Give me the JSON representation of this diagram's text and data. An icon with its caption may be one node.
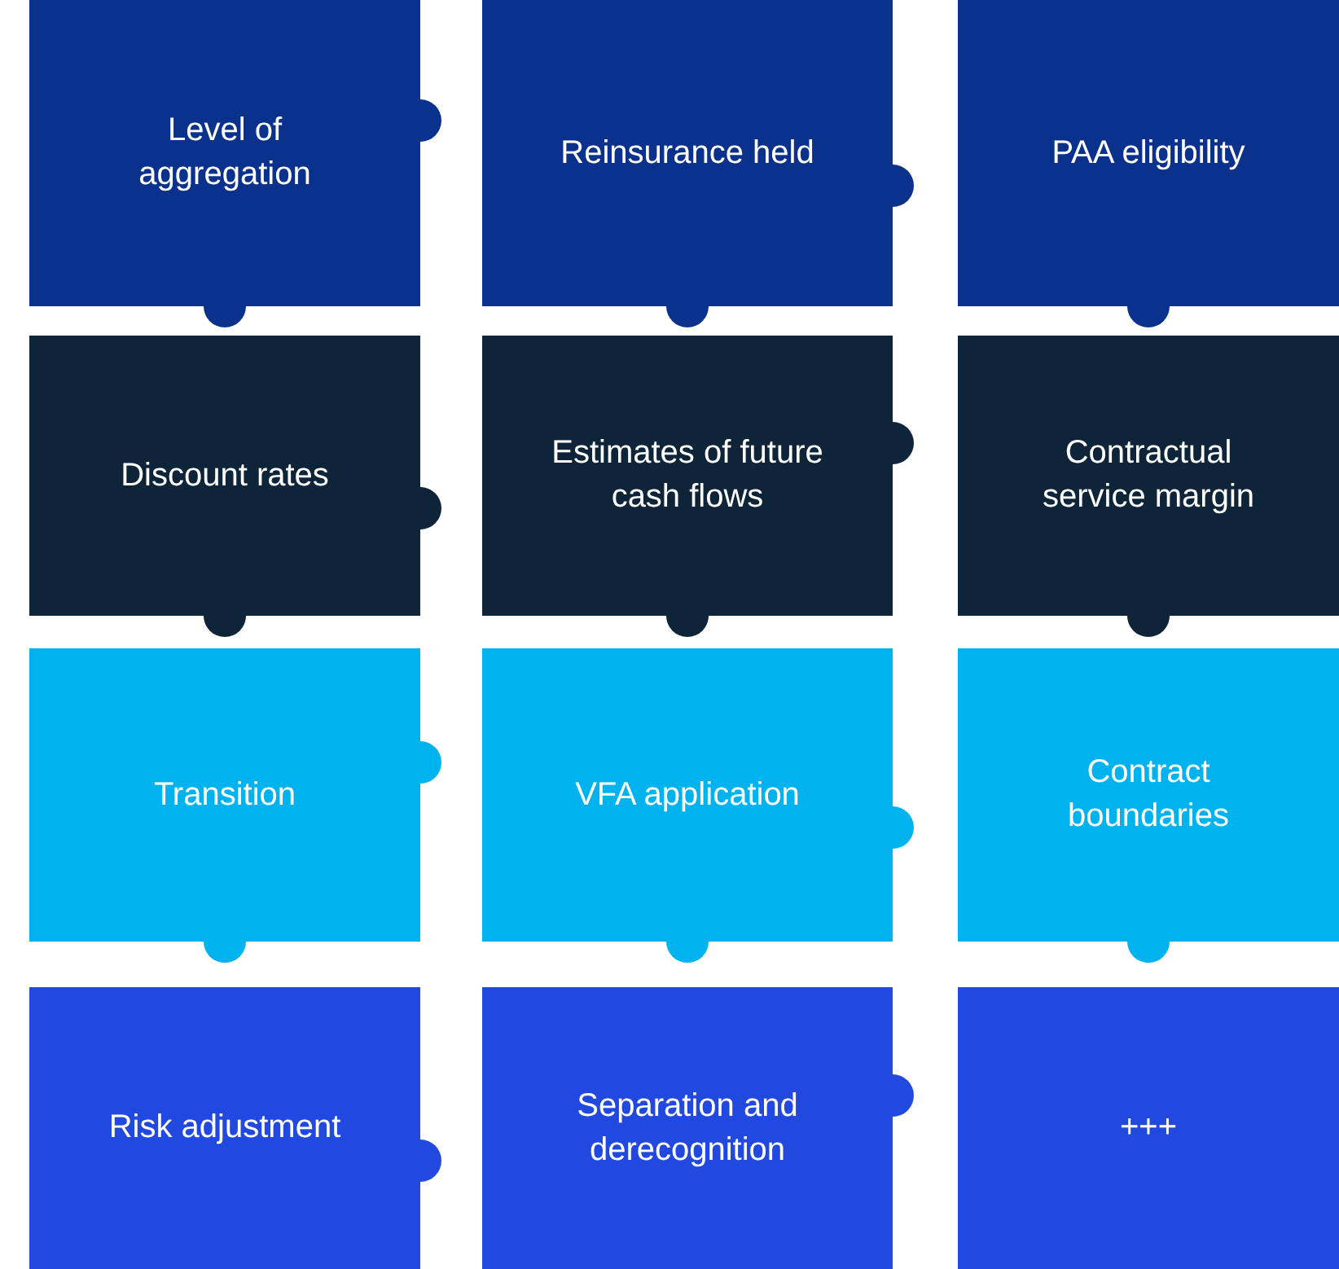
{
  "diagram": {
    "nodes": [
      {
        "text": [
          "Level of aggregation"
        ]
      },
      {
        "text": [
          "Reinsurance held"
        ]
      },
      {
        "text": [
          "PAA eligibility"
        ]
      },
      {
        "text": [
          "Discount rates"
        ]
      },
      {
        "text": [
          "Estimates of future cash flows"
        ]
      },
      {
        "text": [
          "Contractual service margin"
        ]
      },
      {
        "text": [
          "Transition"
        ]
      },
      {
        "text": [
          "VFA application"
        ]
      },
      {
        "text": [
          "Contract boundaries"
        ]
      },
      {
        "text": [
          "Risk adjustment"
        ]
      },
      {
        "text": [
          "Separation and derecognition"
        ]
      },
      {
        "text": [
          "+++"
        ]
      }
    ]
  }
}
